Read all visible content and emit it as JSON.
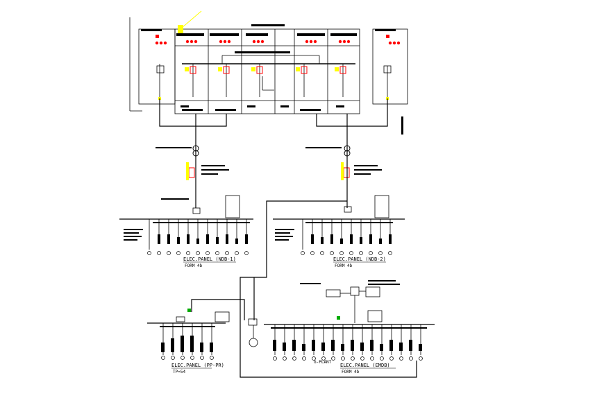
{
  "labels": {
    "ndb1_title": "ELEC.PANEL (NDB-1)",
    "ndb1_form": "FORM 4b",
    "ndb2_title": "ELEC.PANEL (NDB-2)",
    "ndb2_form": "FORM 4b",
    "emdb_title": "ELEC.PANEL (EMDB)",
    "emdb_form": "FORM 4b",
    "pppr_title": "ELEC.PANEL (PP-PR)",
    "pppr_form": "TP=54",
    "gen_label": "G-PLANT"
  },
  "colors": {
    "line": "#000000",
    "fuse": "#ff0000",
    "highlight": "#ffff00",
    "indicator": "#ff0000",
    "ground": "#00aa00"
  }
}
